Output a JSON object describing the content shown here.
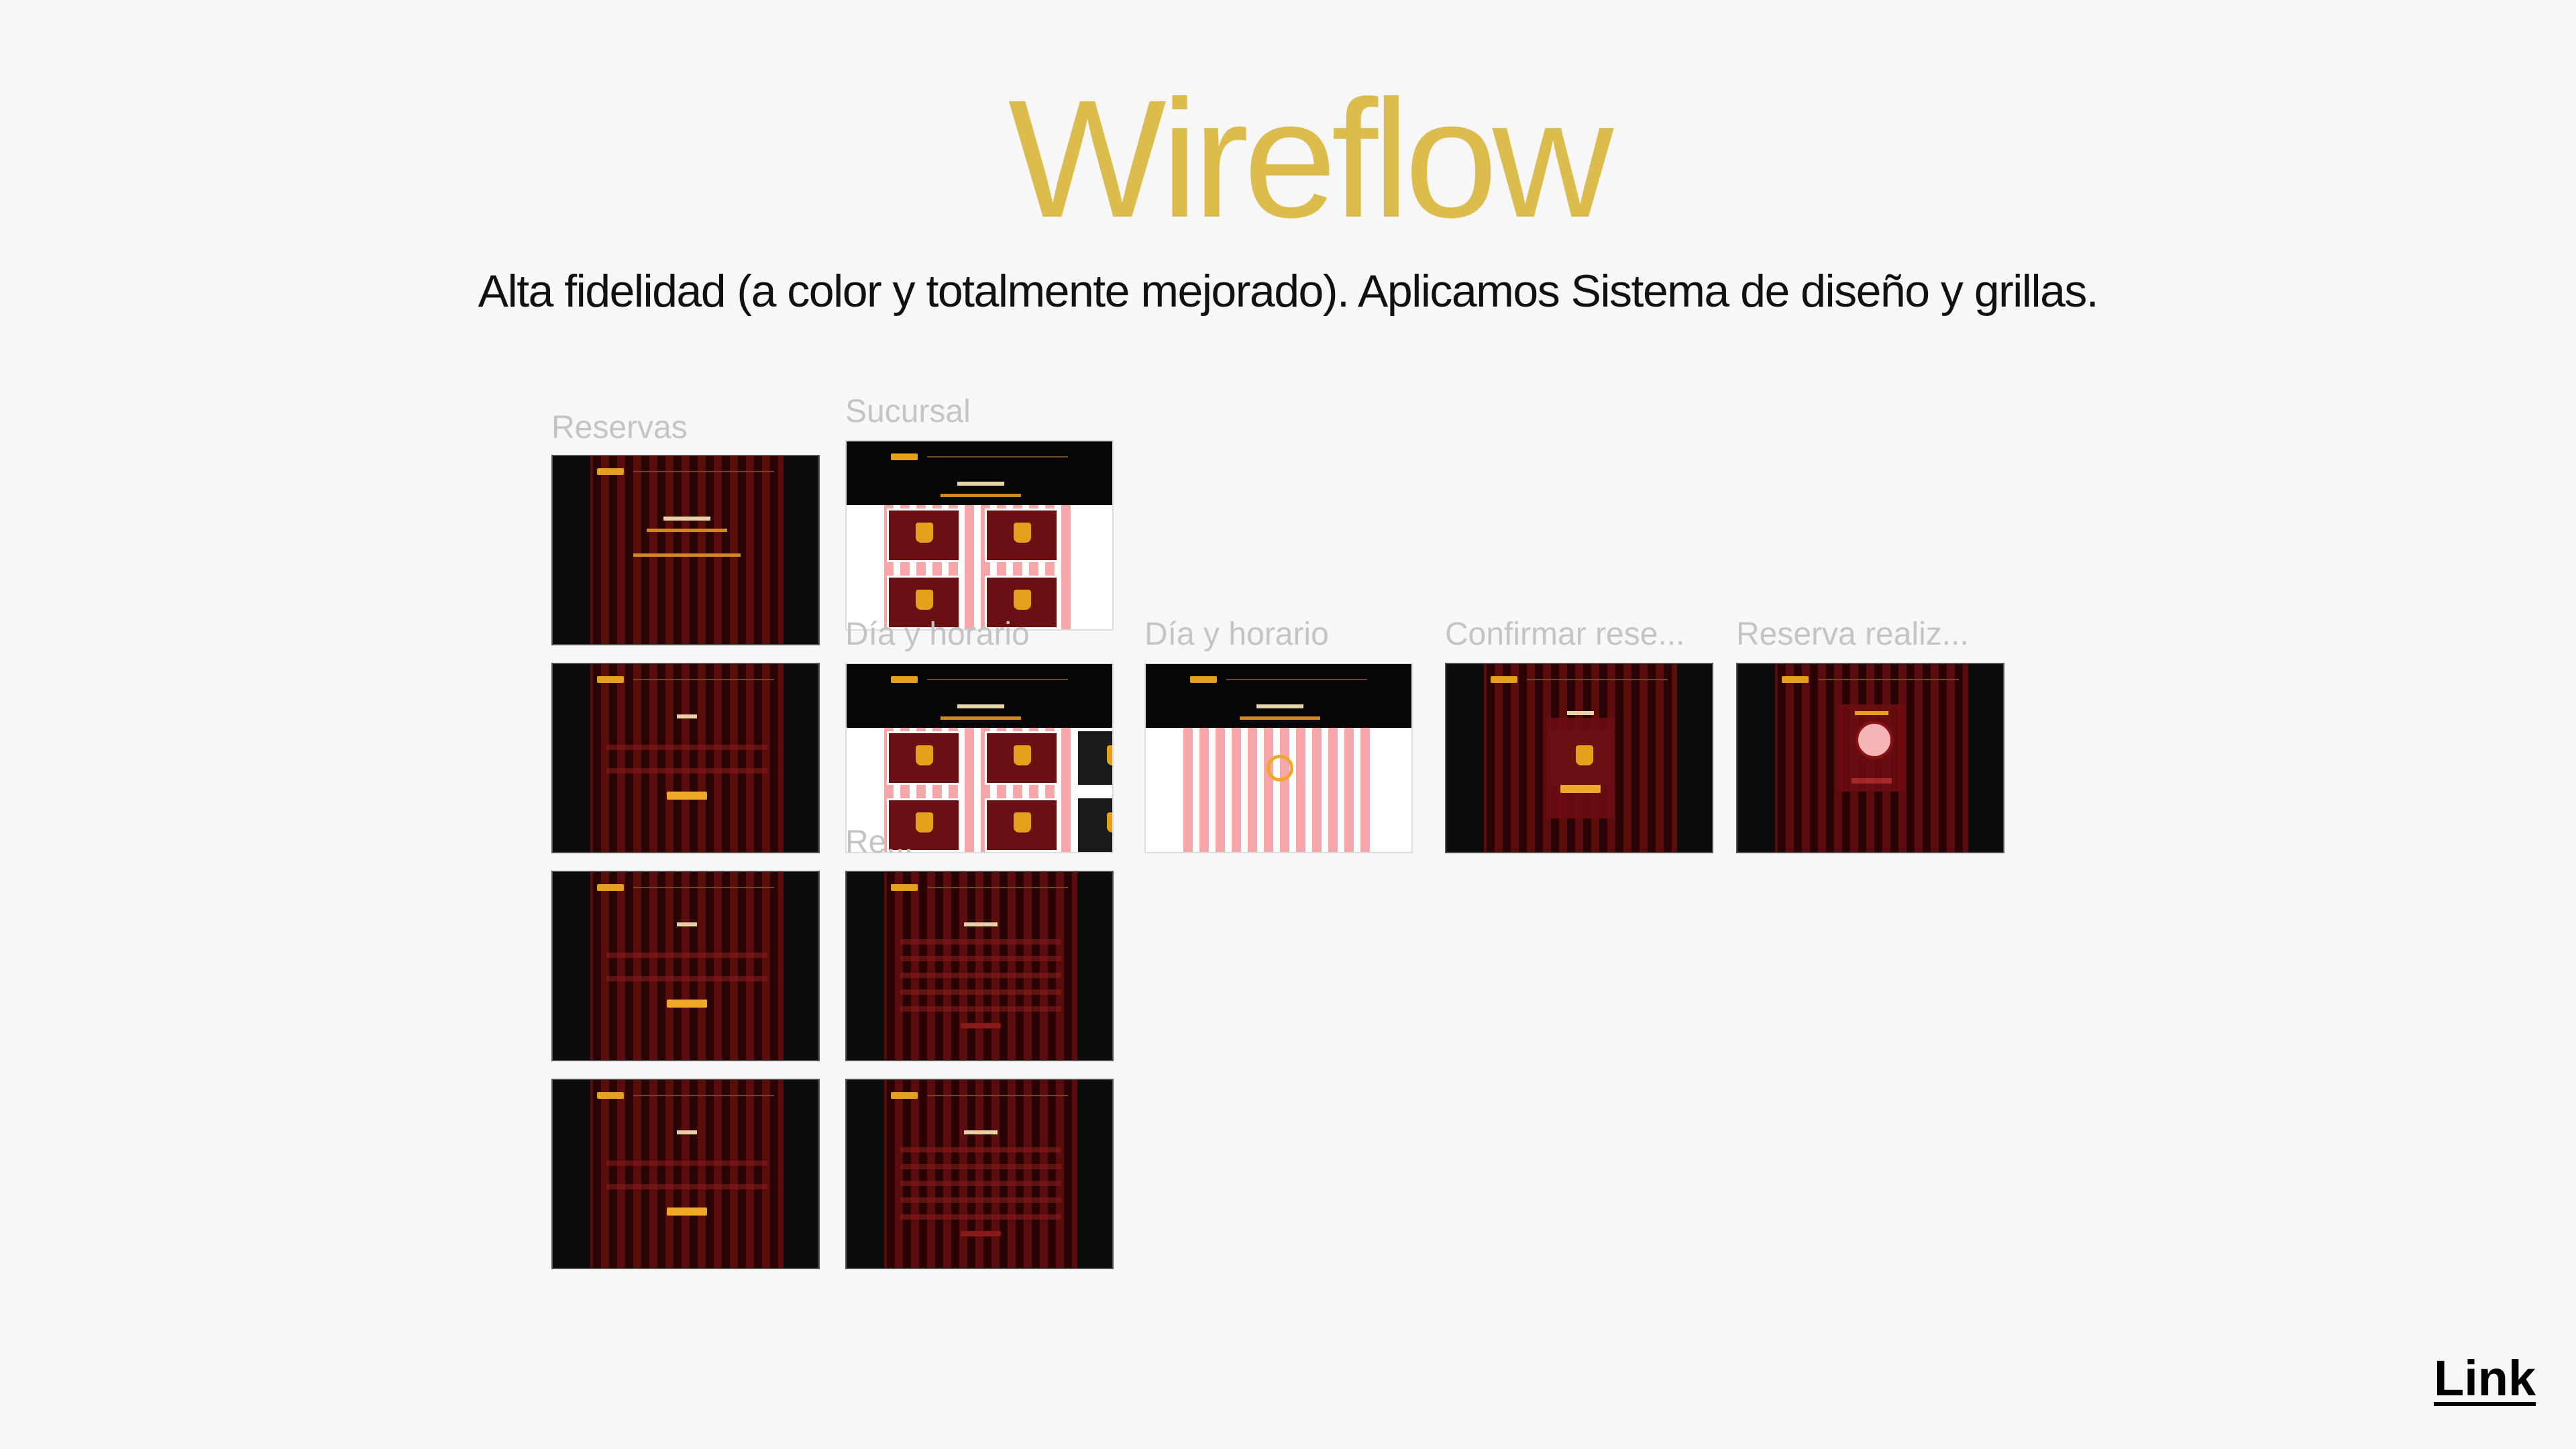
{
  "title": "Wireflow",
  "subtitle": "Alta fidelidad (a color y totalmente mejorado). Aplicamos Sistema de diseño y grillas.",
  "frames": {
    "reservas": "Reservas",
    "sucursal": "Sucursal",
    "dia_horario_1": "Día y horario",
    "dia_horario_2": "Día y horario",
    "confirmar": "Confirmar rese...",
    "realizada": "Reserva realiz...",
    "registro": "Re..."
  },
  "link_label": "Link",
  "colors": {
    "title": "#dcbc4d",
    "frame_red": "#5b0d0e",
    "grid_pink": "#f6a5a8",
    "accent_orange": "#f0a82a"
  }
}
